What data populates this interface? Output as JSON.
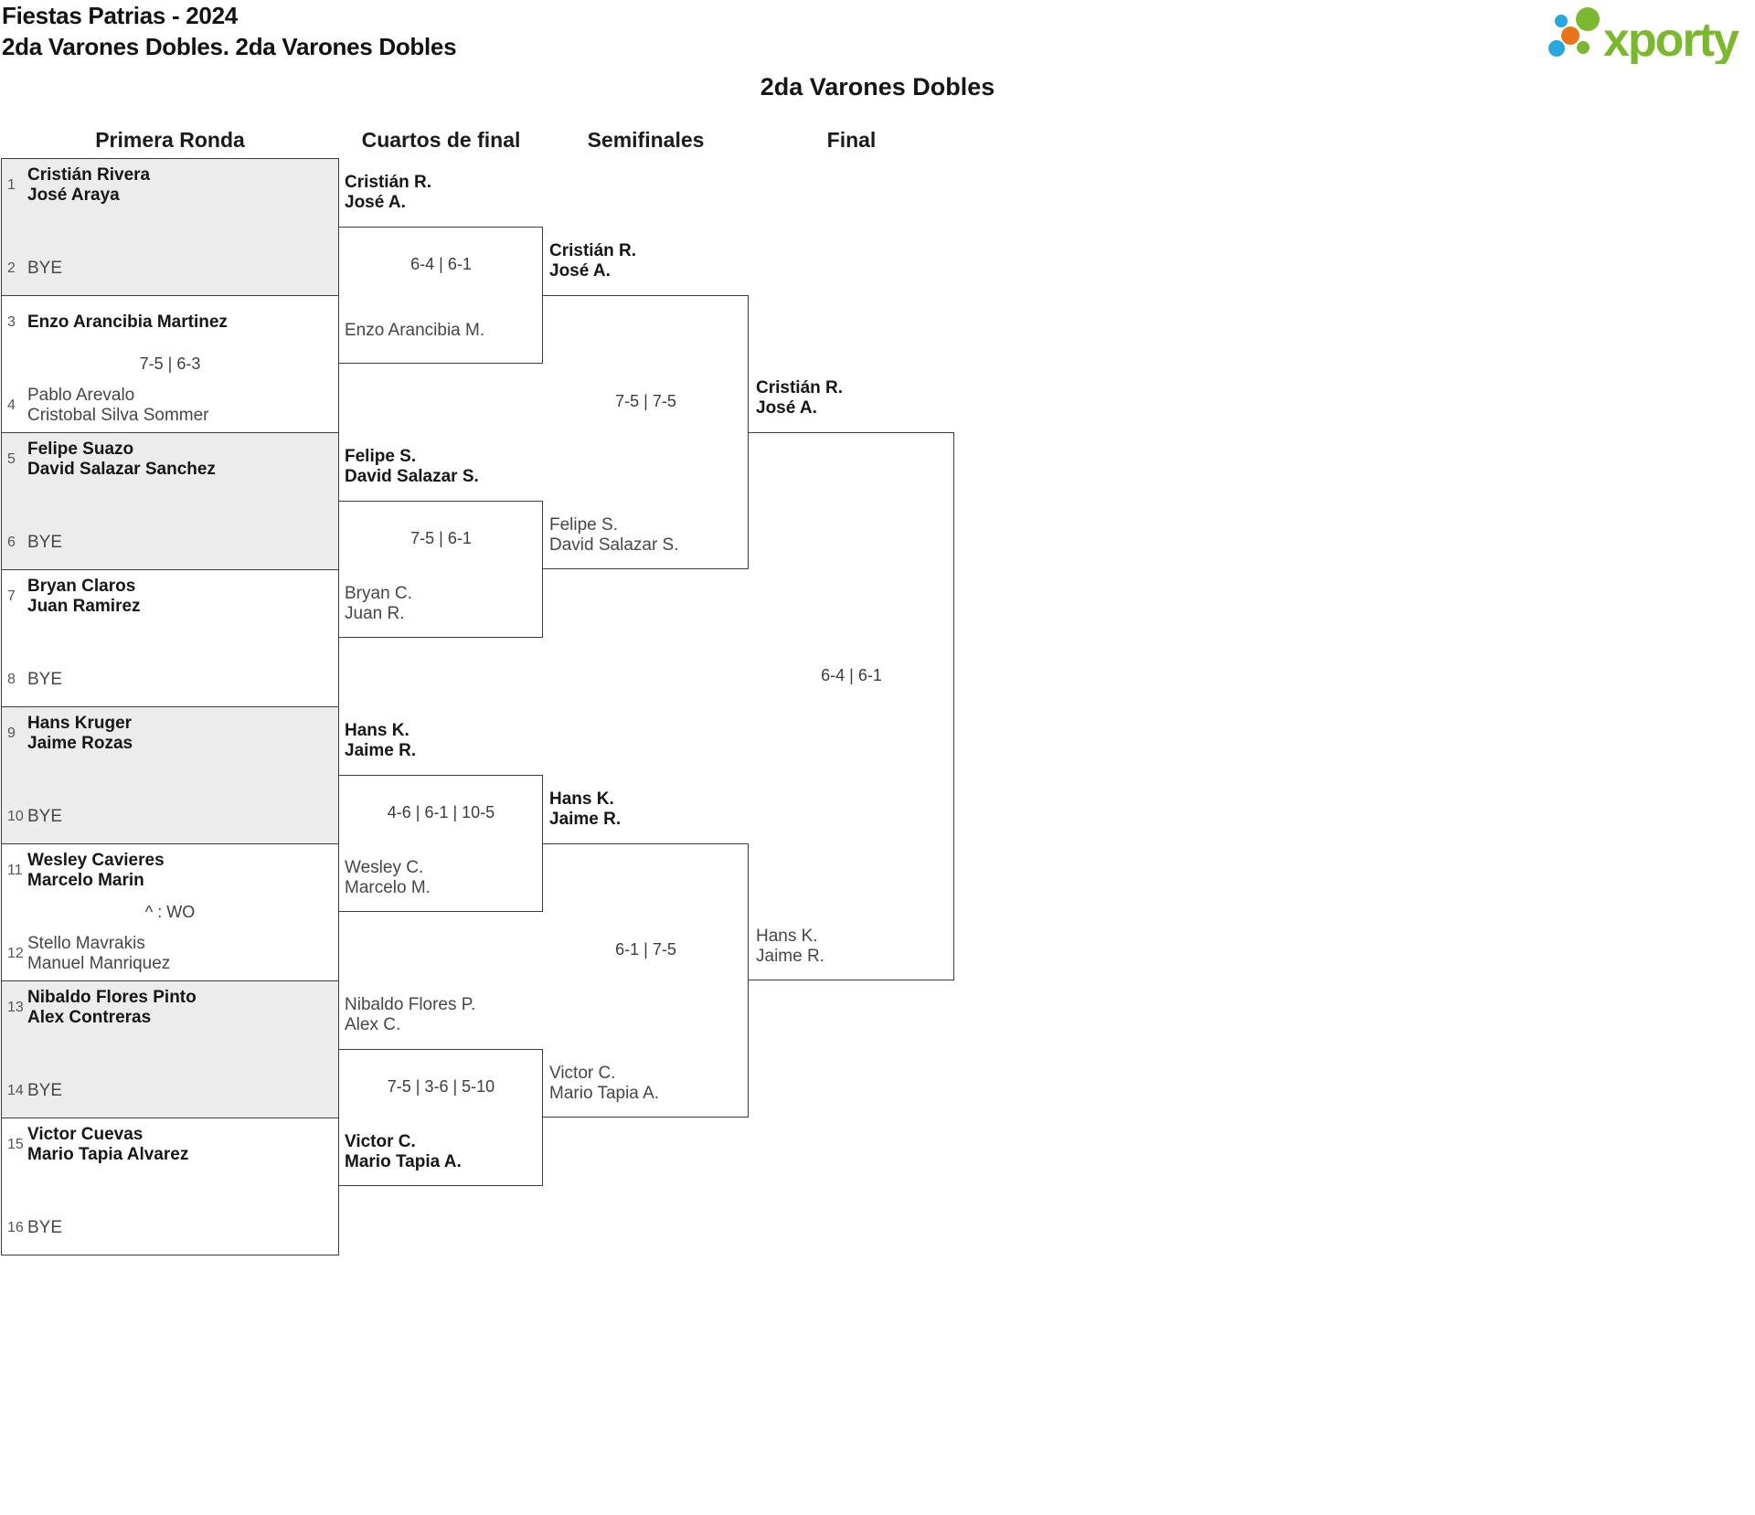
{
  "title": {
    "line1": "Fiestas Patrias - 2024",
    "line2": "2da Varones Dobles. 2da Varones Dobles"
  },
  "logo": {
    "text": "xporty"
  },
  "bracket_title": "2da Varones Dobles",
  "round_headers": [
    "Primera Ronda",
    "Cuartos de final",
    "Semifinales",
    "Final"
  ],
  "colors": {
    "logo_green": "#7CB82F",
    "logo_blue": "#29A8E0",
    "logo_orange": "#E8751A",
    "line": "#3d3d3d",
    "bye_row_fill": "#ececec"
  },
  "round1": [
    {
      "a_num": "1",
      "a": [
        "Cristián Rivera",
        "José Araya"
      ],
      "b_num": "2",
      "b": [
        "BYE"
      ],
      "score": ""
    },
    {
      "a_num": "3",
      "a": [
        "Enzo Arancibia Martinez"
      ],
      "b_num": "4",
      "b": [
        "Pablo Arevalo",
        "Cristobal Silva Sommer"
      ],
      "score": "7-5 | 6-3"
    },
    {
      "a_num": "5",
      "a": [
        "Felipe Suazo",
        "David Salazar Sanchez"
      ],
      "b_num": "6",
      "b": [
        "BYE"
      ],
      "score": ""
    },
    {
      "a_num": "7",
      "a": [
        "Bryan Claros",
        "Juan Ramirez"
      ],
      "b_num": "8",
      "b": [
        "BYE"
      ],
      "score": ""
    },
    {
      "a_num": "9",
      "a": [
        "Hans Kruger",
        "Jaime Rozas"
      ],
      "b_num": "10",
      "b": [
        "BYE"
      ],
      "score": ""
    },
    {
      "a_num": "11",
      "a": [
        "Wesley Cavieres",
        "Marcelo Marin"
      ],
      "b_num": "12",
      "b": [
        "Stello Mavrakis",
        "Manuel Manriquez"
      ],
      "score": "^ : WO"
    },
    {
      "a_num": "13",
      "a": [
        "Nibaldo Flores Pinto",
        "Alex Contreras"
      ],
      "b_num": "14",
      "b": [
        "BYE"
      ],
      "score": ""
    },
    {
      "a_num": "15",
      "a": [
        "Victor Cuevas",
        "Mario Tapia Alvarez"
      ],
      "b_num": "16",
      "b": [
        "BYE"
      ],
      "score": ""
    }
  ],
  "quarterfinals": [
    {
      "top": [
        "Cristián R.",
        "José A."
      ],
      "bottom": [
        "Enzo Arancibia M."
      ],
      "score": "6-4 | 6-1"
    },
    {
      "top": [
        "Felipe S.",
        "David Salazar S."
      ],
      "bottom": [
        "Bryan C.",
        "Juan R."
      ],
      "score": "7-5 | 6-1"
    },
    {
      "top": [
        "Hans K.",
        "Jaime R."
      ],
      "bottom": [
        "Wesley C.",
        "Marcelo M."
      ],
      "score": "4-6 | 6-1 | 10-5"
    },
    {
      "top": [
        "Nibaldo Flores P.",
        "Alex C."
      ],
      "bottom": [
        "Victor C.",
        "Mario Tapia A."
      ],
      "score": "7-5 | 3-6 | 5-10"
    }
  ],
  "semifinals": [
    {
      "top": [
        "Cristián R.",
        "José A."
      ],
      "bottom": [
        "Felipe S.",
        "David Salazar S."
      ],
      "score": "7-5 | 7-5"
    },
    {
      "top": [
        "Hans K.",
        "Jaime R."
      ],
      "bottom": [
        "Victor C.",
        "Mario Tapia A."
      ],
      "score": "6-1 | 7-5"
    }
  ],
  "final": {
    "top": [
      "Cristián R.",
      "José A."
    ],
    "bottom": [
      "Hans K.",
      "Jaime R."
    ],
    "score": "6-4 | 6-1"
  }
}
